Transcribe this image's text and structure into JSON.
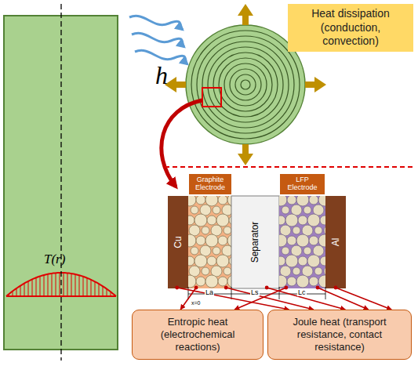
{
  "diagram": {
    "nodes": [
      {
        "text": [
          "Heat dissipation (conduction, convection)"
        ]
      },
      {
        "text": [
          "Cu"
        ]
      },
      {
        "text": [
          "Graphite Electrode"
        ]
      },
      {
        "text": [
          "Separator"
        ]
      },
      {
        "text": [
          "LFP Electrode"
        ]
      },
      {
        "text": [
          "Al"
        ]
      },
      {
        "text": [
          "Entropic heat (electrochemical reactions)"
        ]
      },
      {
        "text": [
          "Joule heat (transport resistance, contact resistance)"
        ]
      }
    ],
    "edges": [
      {
        "from": 1,
        "to": 7,
        "arrow": "to"
      },
      {
        "from": 2,
        "to": 6,
        "arrow": "to"
      },
      {
        "from": 2,
        "to": 7,
        "arrow": "to"
      },
      {
        "from": 3,
        "to": 7,
        "arrow": "to"
      },
      {
        "from": 4,
        "to": 6,
        "arrow": "to"
      },
      {
        "from": 4,
        "to": 7,
        "arrow": "to"
      },
      {
        "from": 5,
        "to": 7,
        "arrow": "to"
      }
    ],
    "labels": [
      "T(r)",
      "h",
      "La",
      "Ls",
      "Lc",
      "x=0"
    ]
  }
}
